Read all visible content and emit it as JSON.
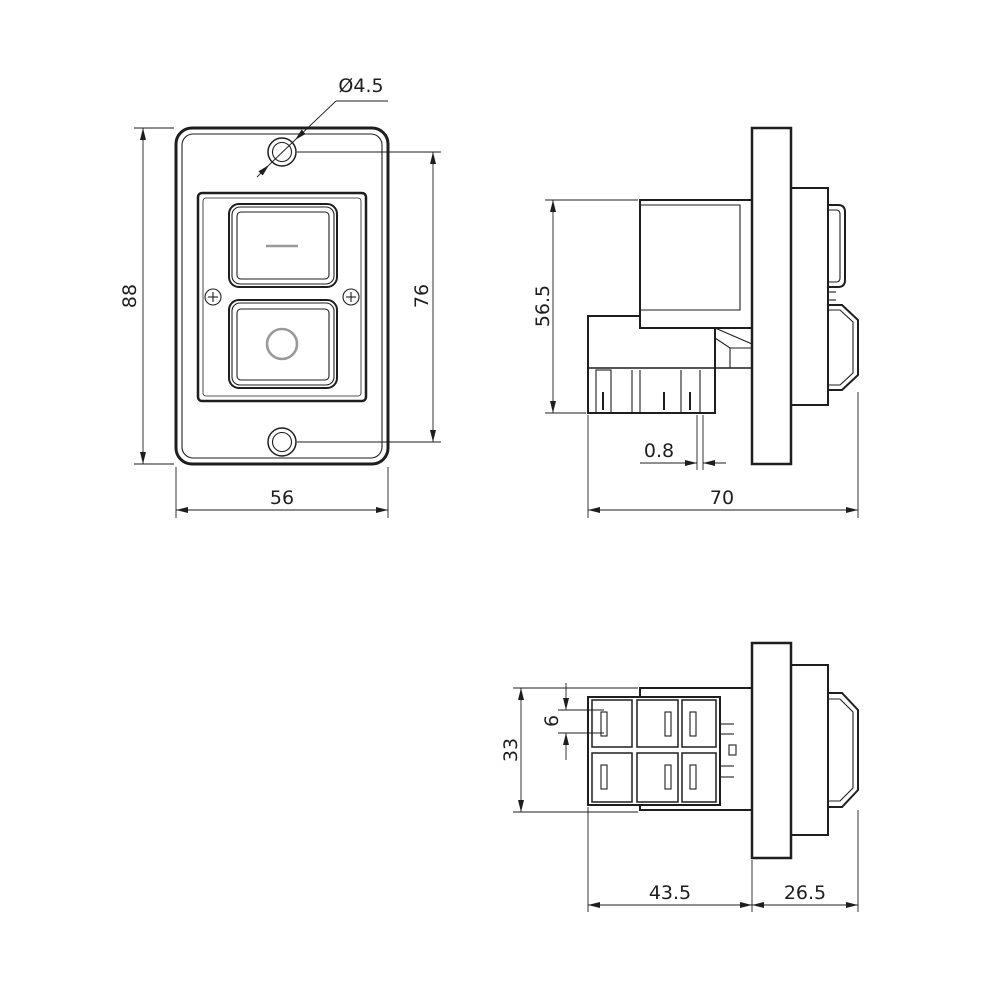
{
  "colors": {
    "line": "#1e1e1e",
    "symbol": "#9a9a9a",
    "background": "#ffffff"
  },
  "front_view": {
    "hole_diameter_label": "Ø4.5",
    "overall_height_label": "88",
    "hole_spacing_label": "76",
    "overall_width_label": "56"
  },
  "side_view": {
    "height_label": "56.5",
    "gap_label": "0.8",
    "overall_depth_label": "70"
  },
  "bottom_view": {
    "width_label": "33",
    "pitch_label": "6",
    "rear_depth_label": "43.5",
    "front_depth_label": "26.5"
  }
}
